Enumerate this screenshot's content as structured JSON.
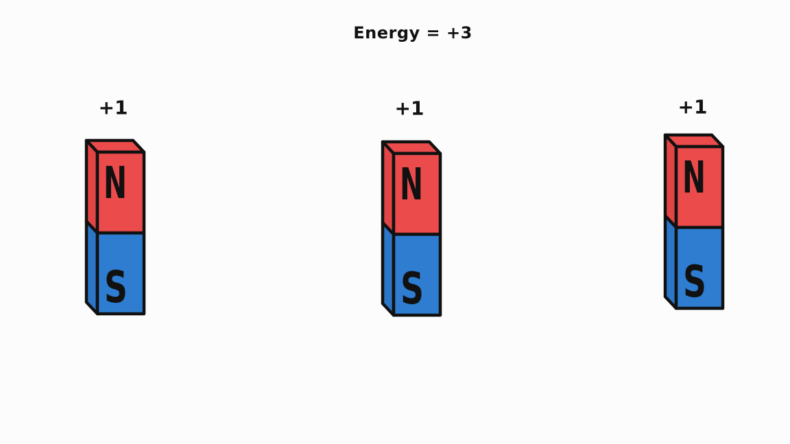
{
  "title": "Energy = +3",
  "background": "#fcfcfc",
  "colors": {
    "north": "#ec4b4b",
    "north_side": "#e24545",
    "south": "#2e7dd1",
    "south_side": "#2b76c6",
    "outline": "#111111",
    "letter": "#111111"
  },
  "magnets": [
    {
      "label": "+1",
      "north": "N",
      "south": "S"
    },
    {
      "label": "+1",
      "north": "N",
      "south": "S"
    },
    {
      "label": "+1",
      "north": "N",
      "south": "S"
    }
  ]
}
